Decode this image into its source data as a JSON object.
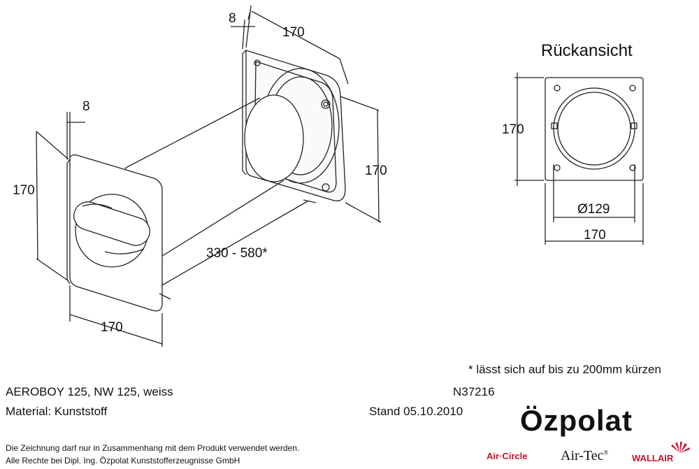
{
  "diagram": {
    "dimensions": {
      "flange_thickness_back": "8",
      "depth_back": "170",
      "height_back": "170",
      "flange_thickness_front": "8",
      "height_front": "170",
      "width_front": "170",
      "pipe_length": "330 - 580*"
    },
    "rear_view": {
      "title": "Rückansicht",
      "height": "170",
      "diameter": "Ø129",
      "width": "170"
    }
  },
  "footnote": "* lässt sich auf bis zu 200mm kürzen",
  "product": {
    "name": "AEROBOY 125, NW 125, weiss",
    "material": "Material: Kunststoff",
    "article_number": "N37216",
    "date": "Stand 05.10.2010"
  },
  "legal": {
    "line1": "Die Zeichnung darf nur in Zusammenhang mit dem Produkt verwendet werden.",
    "line2": "Alle Rechte bei Dipl. Ing. Özpolat Kunststofferzeugnisse GmbH"
  },
  "brand": {
    "company": "Özpolat",
    "logos": [
      "Air·Circle",
      "Air-Tec",
      "WALLAIR"
    ],
    "registered": "®",
    "colors": {
      "red": "#c8102e",
      "dark": "#111111"
    }
  }
}
